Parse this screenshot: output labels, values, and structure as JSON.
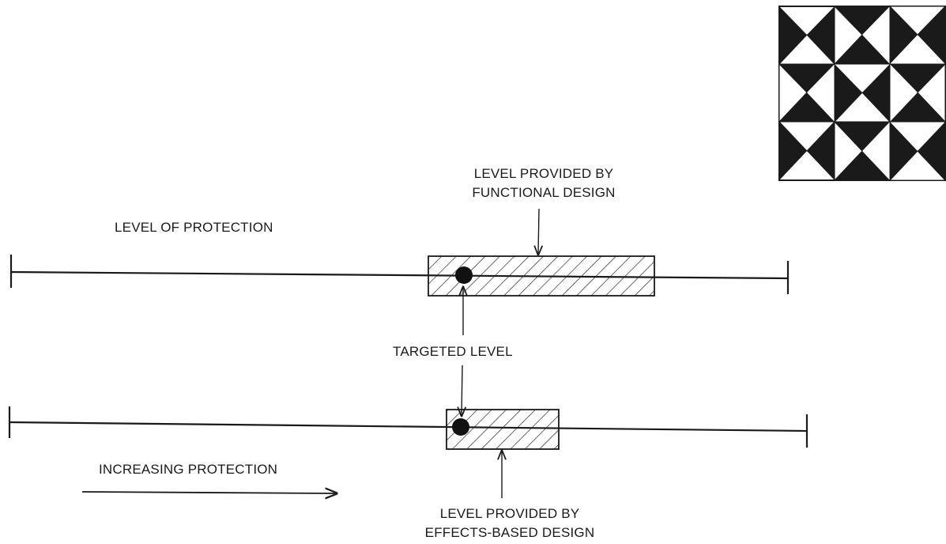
{
  "labels": {
    "level_of_protection": "LEVEL OF PROTECTION",
    "functional_line1": "LEVEL PROVIDED BY",
    "functional_line2": "FUNCTIONAL DESIGN",
    "targeted_level": "TARGETED LEVEL",
    "increasing_protection": "INCREASING PROTECTION",
    "effects_line1": "LEVEL PROVIDED BY",
    "effects_line2": "EFFECTS-BASED DESIGN"
  },
  "colors": {
    "ink": "#1a1a1a",
    "paper": "#ffffff"
  }
}
